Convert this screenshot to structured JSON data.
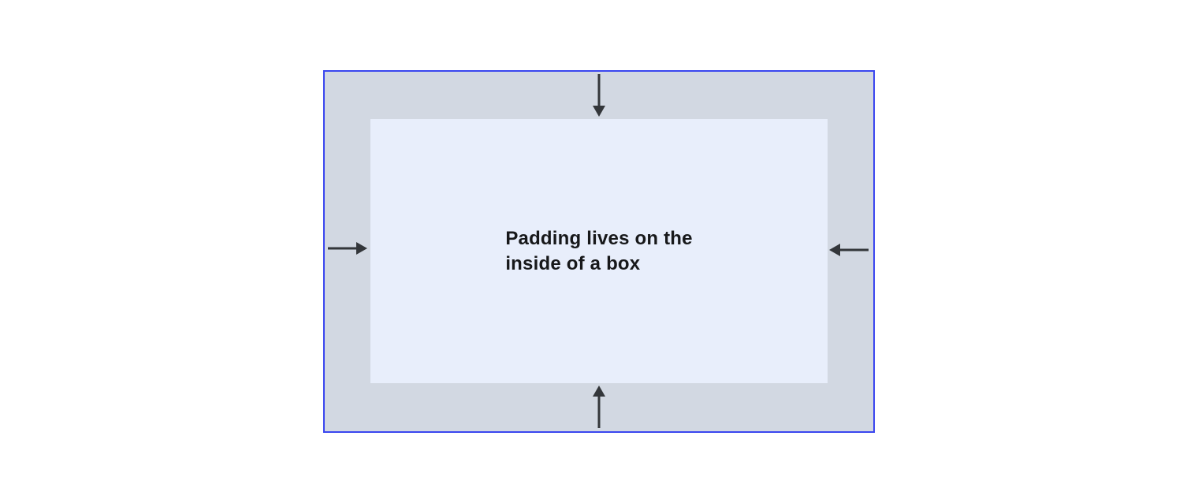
{
  "diagram": {
    "label": "Padding lives on the inside of a box",
    "content": {
      "line1": "Padding lives on the",
      "line2": "inside of a box"
    },
    "arrows": [
      {
        "name": "top",
        "direction": "down",
        "meaning": "padding pushes inward from top edge"
      },
      {
        "name": "right",
        "direction": "left",
        "meaning": "padding pushes inward from right edge"
      },
      {
        "name": "bottom",
        "direction": "up",
        "meaning": "padding pushes inward from bottom edge"
      },
      {
        "name": "left",
        "direction": "right",
        "meaning": "padding pushes inward from left edge"
      }
    ],
    "colors": {
      "page-bg": "#ffffff",
      "box-border": "#3a46ef",
      "padding-fill": "#d2d8e2",
      "content-fill": "#e8eefb",
      "arrow": "#33363a",
      "text": "#17181a"
    }
  }
}
